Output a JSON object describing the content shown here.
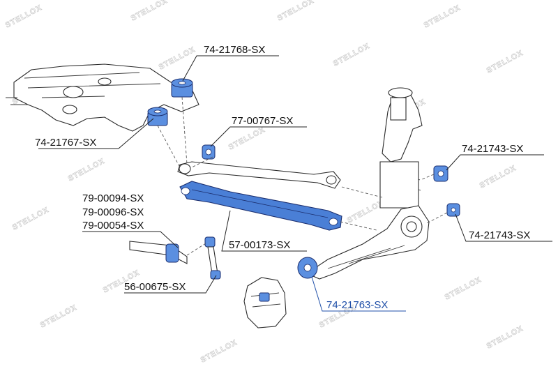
{
  "watermark": {
    "brand": "STELLOX"
  },
  "labels": [
    {
      "id": "lbl-74-21768",
      "text": "74-21768-SX"
    },
    {
      "id": "lbl-74-21767",
      "text": "74-21767-SX"
    },
    {
      "id": "lbl-77-00767",
      "text": "77-00767-SX"
    },
    {
      "id": "lbl-74-21743-a",
      "text": "74-21743-SX"
    },
    {
      "id": "lbl-79-00094",
      "text": "79-00094-SX"
    },
    {
      "id": "lbl-79-00096",
      "text": "79-00096-SX"
    },
    {
      "id": "lbl-79-00054",
      "text": "79-00054-SX"
    },
    {
      "id": "lbl-57-00173",
      "text": "57-00173-SX"
    },
    {
      "id": "lbl-74-21743-b",
      "text": "74-21743-SX"
    },
    {
      "id": "lbl-56-00675",
      "text": "56-00675-SX"
    },
    {
      "id": "lbl-74-21763",
      "text": "74-21763-SX"
    }
  ],
  "colors": {
    "highlight_part": "#4a7fd6",
    "highlight_label": "#1f4fa8",
    "line": "#222222"
  }
}
